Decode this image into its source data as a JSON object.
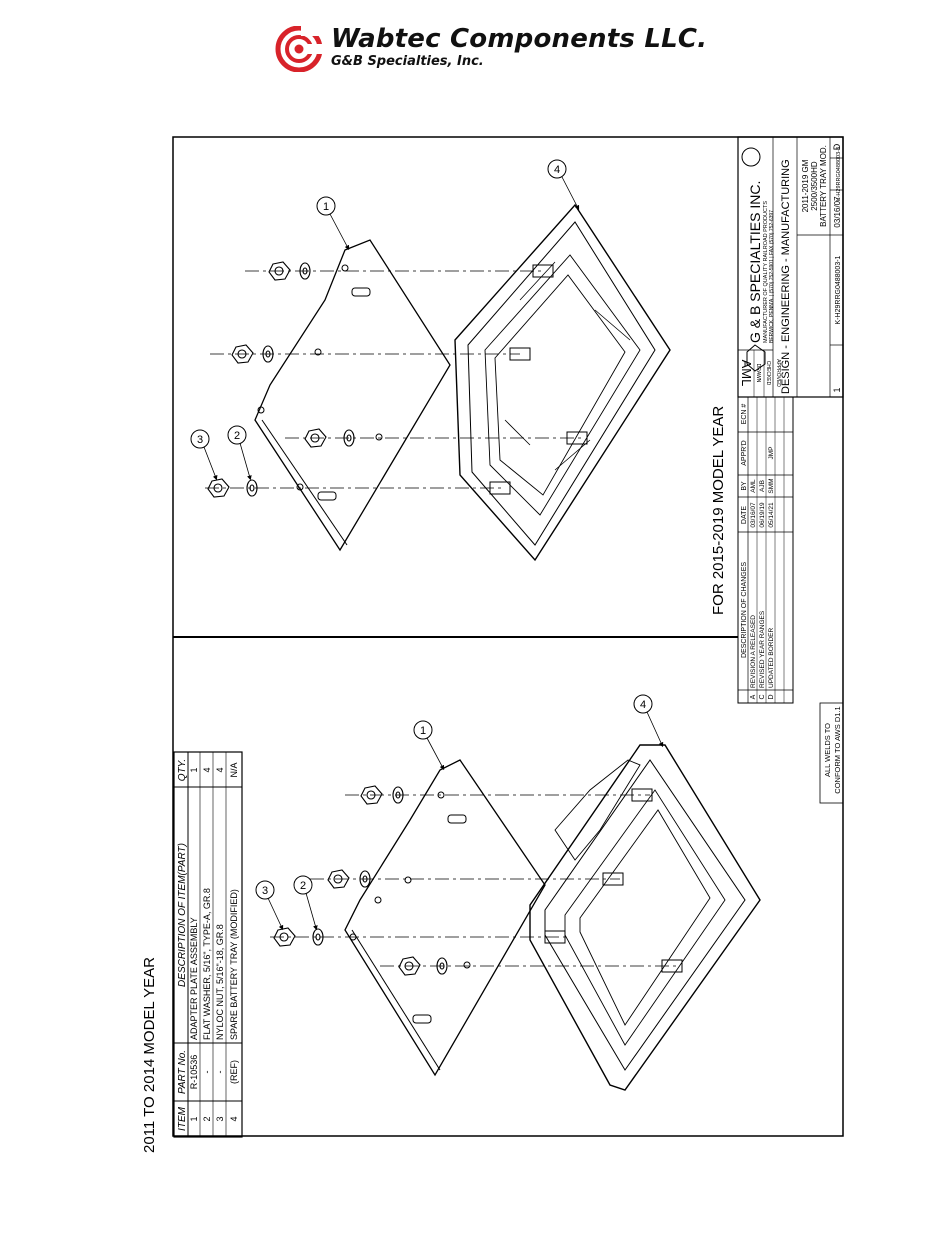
{
  "header": {
    "company": "Wabtec Components LLC.",
    "subsidiary": "G&B Specialties, Inc."
  },
  "drawing": {
    "title_top": "FOR 2015-2019 MODEL YEAR",
    "title_bottom": "2011 TO 2014 MODEL YEAR",
    "balloons": [
      "1",
      "2",
      "3",
      "4"
    ],
    "weld_note_line1": "ALL WELDS TO",
    "weld_note_line2": "CONFORM TO AWS D1.1"
  },
  "bom": {
    "headers": [
      "ITEM",
      "PART No.",
      "DESCRIPTION OF ITEM(PART)",
      "QTY."
    ],
    "rows": [
      [
        "1",
        "R-10536",
        "ADAPTER PLATE ASSEMBLY",
        "1"
      ],
      [
        "2",
        "-",
        "FLAT WASHER, 5/16\", TYPE-A, GR.8",
        "4"
      ],
      [
        "3",
        "-",
        "NYLOC NUT, 5/16\"-18, GR.8",
        "4"
      ],
      [
        "4",
        "(REF)",
        "SPARE BATTERY TRAY (MODIFIED)",
        "N/A"
      ]
    ]
  },
  "revisions": {
    "headers": [
      "",
      "DESCRIPTION OF CHANGES",
      "DATE",
      "BY",
      "APPR'D",
      "ECN #"
    ],
    "rows": [
      [
        "A",
        "REVISION A RELEASED",
        "03/16/07",
        "AML",
        "",
        ""
      ],
      [
        "C",
        "REVISED YEAR RANGES",
        "06/19/19",
        "AJB",
        "",
        ""
      ],
      [
        "D",
        "UPDATED BORDER",
        "05/14/21",
        "SMM",
        "JMP",
        ""
      ]
    ]
  },
  "title_block": {
    "company": "G & B SPECIALTIES INC.",
    "tagline": "MANUFACTURER OF QUALITY RAILROAD PRODUCTS",
    "address": "BERWICK, PENN'A. | (570) 752-5901 | FAX (570) 752-6397",
    "slogan": "DESIGN - ENGINEERING - MANUFACTURING",
    "drawn_by": "AML",
    "role_labels": [
      "DRAWN",
      "CHECKED",
      "APPROVED"
    ],
    "part_title_1": "2011-2019 GM",
    "part_title_2": "2500/3500HD",
    "part_title_3": "BATTERY TRAY MOD.",
    "sheet": "1",
    "drawing_no": "K-H29RRG0488003-1",
    "date": "03/16/07",
    "part_no": "K-H29RRG0488003-3",
    "revision": "D"
  },
  "colors": {
    "brand_red": "#d8232a",
    "line": "#000000"
  }
}
